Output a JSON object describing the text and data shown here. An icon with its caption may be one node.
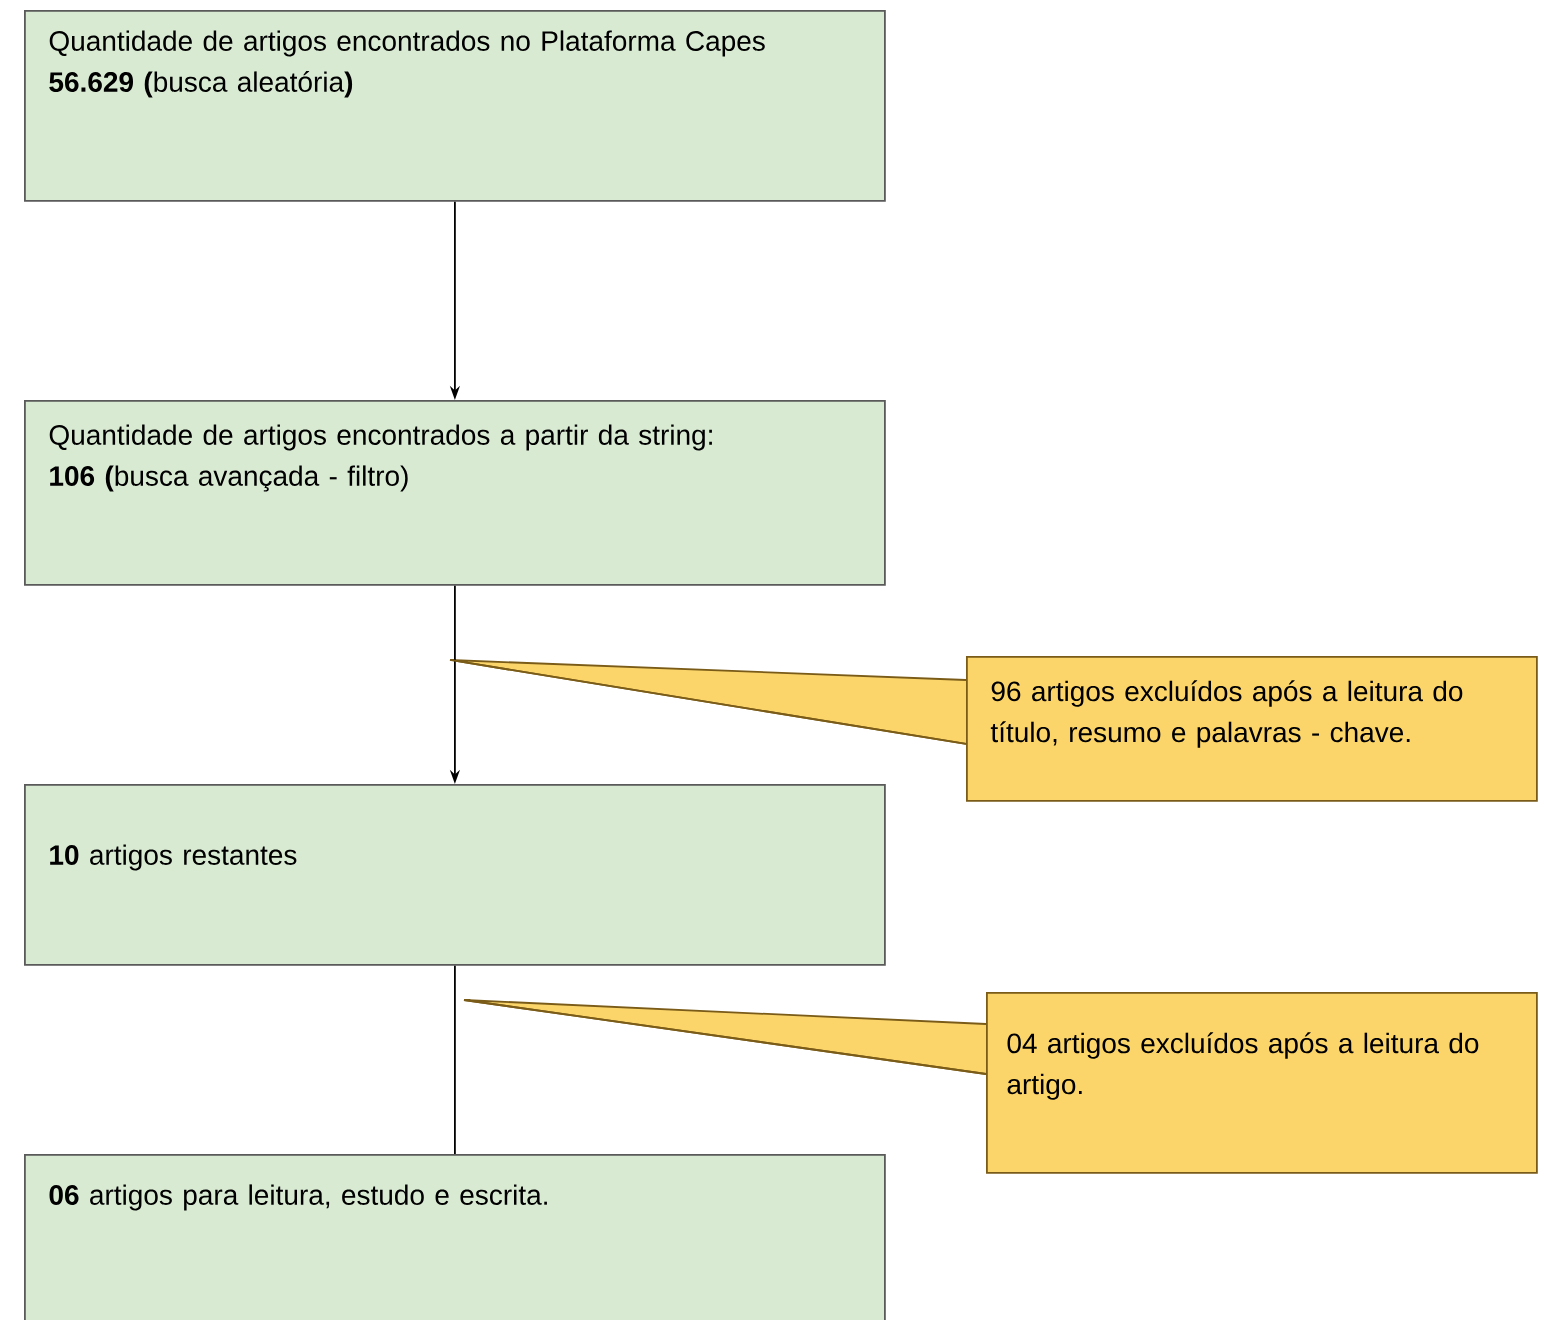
{
  "diagram": {
    "nodes": [
      {
        "text": [
          "Quantidade de artigos encontrados no Plataforma Capes **56.629 (**busca aleatória**)**"
        ]
      },
      {
        "text": [
          "Quantidade de artigos encontrados a partir da string: **106** **(**busca avançada - filtro)"
        ]
      },
      {
        "text": [
          "**10** artigos restantes"
        ]
      },
      {
        "text": [
          "**06** artigos para leitura, estudo e escrita."
        ]
      },
      {
        "text": [
          "96 artigos excluídos após a leitura do título, resumo e palavras - chave."
        ]
      },
      {
        "text": [
          "04 artigos excluídos após a leitura do artigo."
        ]
      }
    ],
    "edges": [
      {
        "from": 0,
        "to": 1,
        "arrow": "to"
      },
      {
        "from": 1,
        "to": 2,
        "arrow": "to"
      },
      {
        "from": 2,
        "to": 3,
        "arrow": "none"
      },
      {
        "from": 4,
        "to": null,
        "arrow": "none",
        "color": "#7a5c18"
      },
      {
        "from": 5,
        "to": null,
        "arrow": "none",
        "color": "#7a5c18"
      }
    ]
  }
}
